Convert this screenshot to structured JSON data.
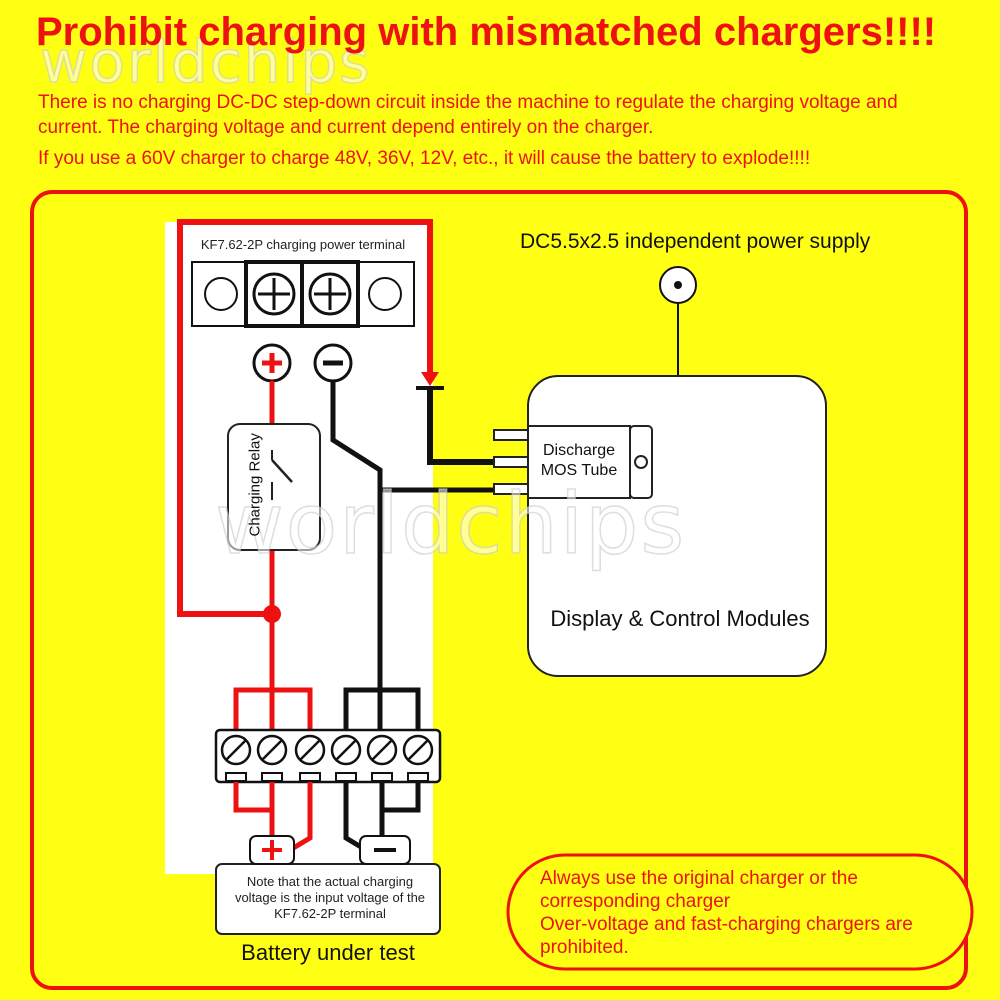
{
  "header": {
    "title": "Prohibit charging with mismatched chargers!!!!",
    "warning_line_1": "There is no charging DC-DC step-down circuit inside the machine to regulate the charging voltage and current. The charging voltage and current depend entirely on the charger.",
    "warning_line_2": "If you use a 60V charger to charge 48V, 36V, 12V, etc., it will cause the battery to explode!!!!"
  },
  "watermark": "worldchips",
  "diagram": {
    "terminal_label": "KF7.62-2P charging power terminal",
    "power_supply_label": "DC5.5x2.5 independent power supply",
    "relay_label": "Charging Relay",
    "mos_label_1": "Discharge",
    "mos_label_2": "MOS Tube",
    "modules_label": "Display & Control Modules",
    "plus_symbol": "+",
    "minus_symbol": "−",
    "battery_note": "Note that the actual charging voltage is the input voltage of the KF7.62-2P terminal",
    "battery_label": "Battery under test"
  },
  "callout": {
    "line_1": "Always use the original charger or the corresponding charger",
    "line_2": "Over-voltage and fast-charging chargers are prohibited."
  },
  "colors": {
    "background": "#ffff14",
    "accent_red": "#ee1111",
    "wire_black": "#111111",
    "panel_white": "#ffffff"
  }
}
